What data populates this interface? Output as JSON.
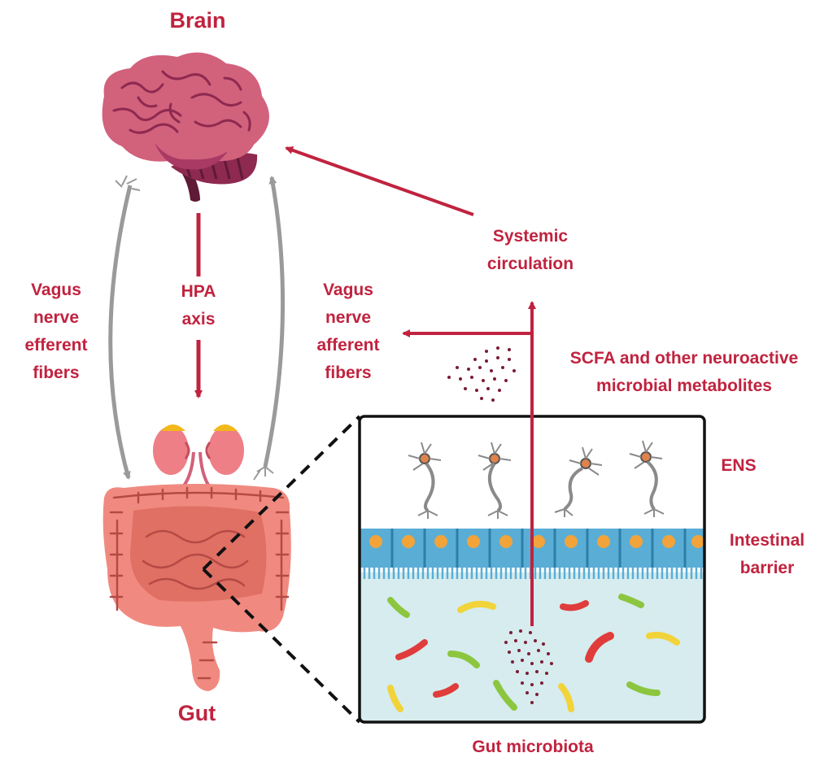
{
  "title_brain": "Brain",
  "title_gut": "Gut",
  "labels": {
    "vagus_efferent": [
      "Vagus",
      "nerve",
      "efferent",
      "fibers"
    ],
    "hpa": [
      "HPA",
      "axis"
    ],
    "vagus_afferent": [
      "Vagus",
      "nerve",
      "afferent",
      "fibers"
    ],
    "systemic": [
      "Systemic",
      "circulation"
    ],
    "scfa": [
      "SCFA and other neuroactive",
      "microbial metabolites"
    ],
    "ens": "ENS",
    "barrier": [
      "Intestinal",
      "barrier"
    ],
    "microbiota": "Gut microbiota"
  },
  "colors": {
    "accent": "#c0233f",
    "arrow_gray": "#9a9a9a",
    "brain_main": "#d2617c",
    "brain_dark": "#8e2950",
    "gut_main": "#f08a80",
    "gut_dark": "#e06f64",
    "kidney": "#ee7f86",
    "adrenal": "#f2b81c",
    "cell_blue": "#5aaed6",
    "nucleus": "#f2a33a",
    "lumen": "#d6ecee",
    "dot": "#7a1c34"
  },
  "icons": {
    "brain": "brain-icon",
    "kidneys": "kidneys-icon",
    "intestine": "intestine-icon",
    "neuron": "neuron-icon",
    "bacteria": "bacteria-icon"
  }
}
